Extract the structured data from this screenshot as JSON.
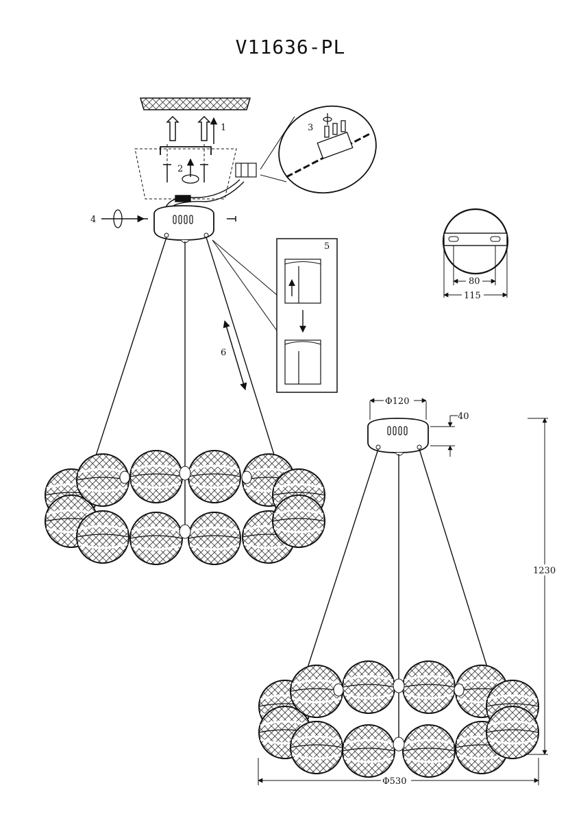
{
  "title": "V11636-PL",
  "steps": [
    "1",
    "2",
    "3",
    "4",
    "5",
    "6"
  ],
  "dimensions": {
    "canopy_diameter": "Φ120",
    "canopy_height": "40",
    "total_height": "1230",
    "ring_diameter": "Φ530",
    "bracket_hole_spacing": "80",
    "bracket_plate_diameter": "115"
  }
}
